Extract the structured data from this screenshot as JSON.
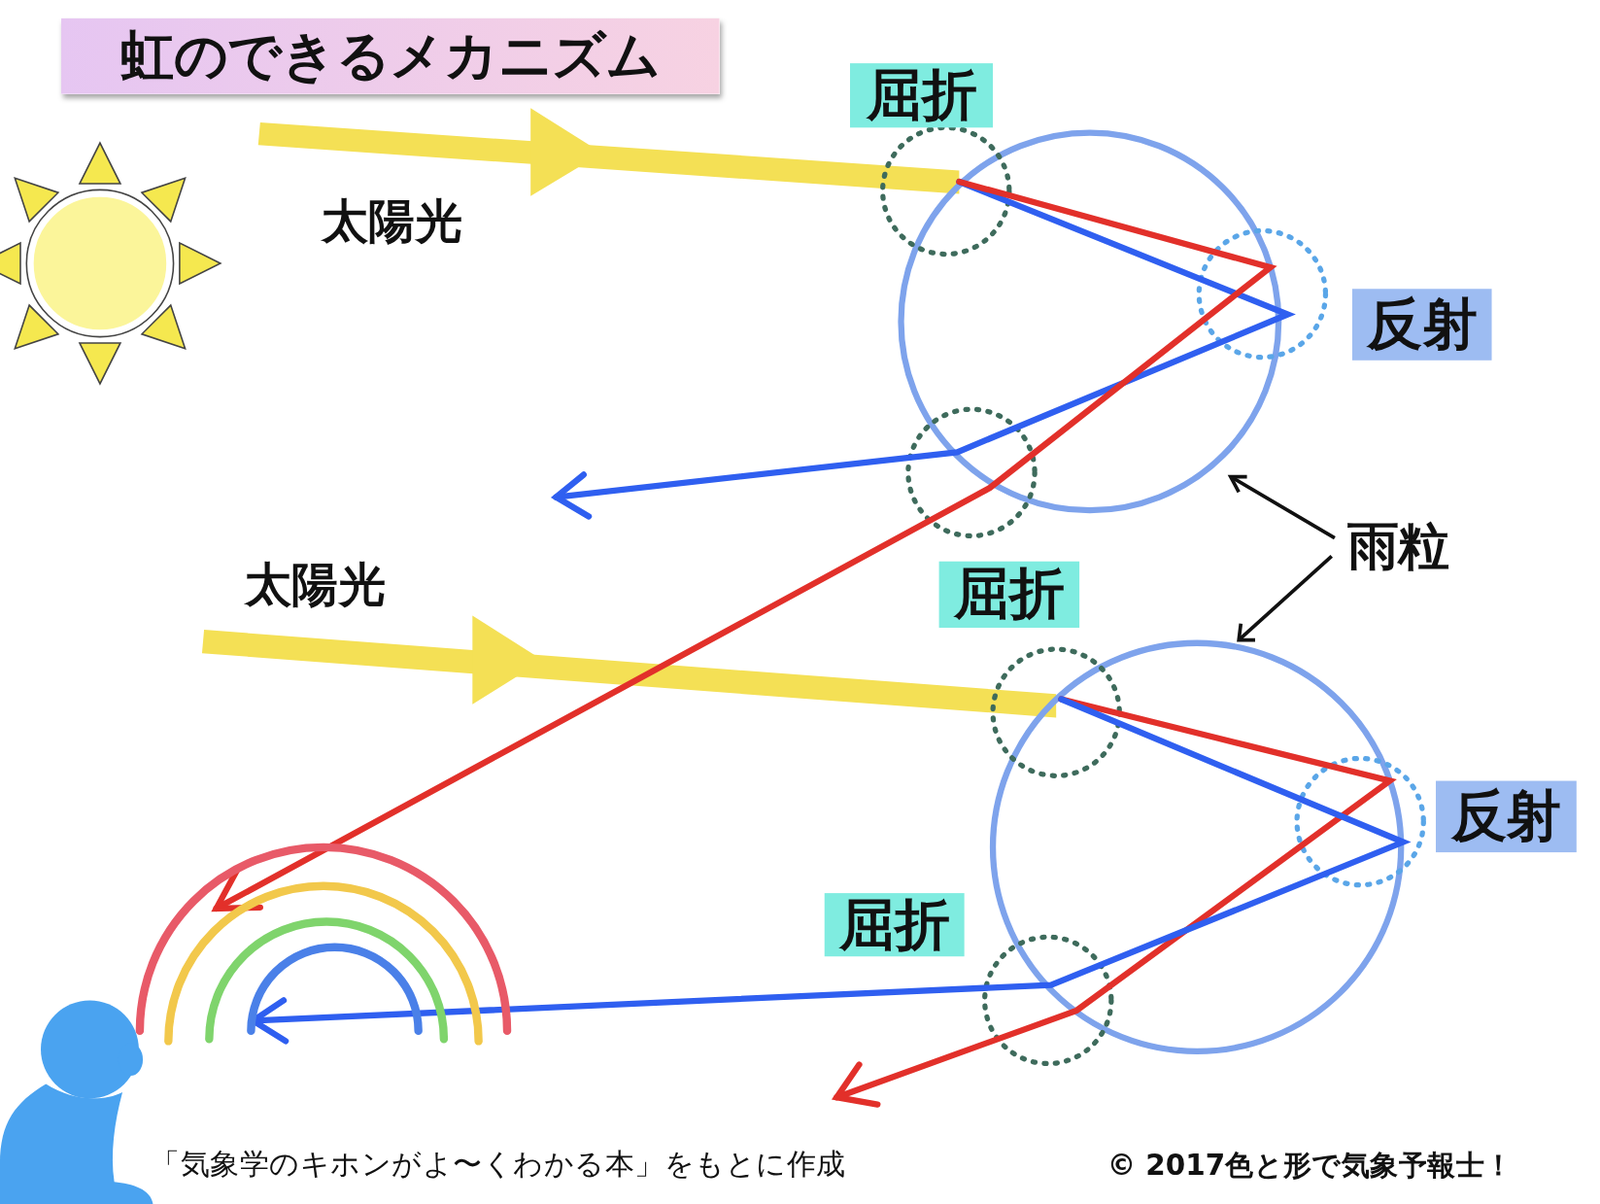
{
  "diagram": {
    "title": "虹のできるメカニズム",
    "caption": "「気象学のキホンがよ〜くわかる本」をもとに作成",
    "nodes": [
      {
        "text": [
          "屈折"
        ]
      },
      {
        "text": [
          "反射"
        ]
      },
      {
        "text": [
          "屈折"
        ]
      },
      {
        "text": [
          "反射"
        ]
      },
      {
        "text": [
          "屈折"
        ]
      }
    ],
    "labels": [
      "太陽光",
      "雨粒",
      "太陽光",
      "© 2017色と形で気象予報士！"
    ]
  }
}
